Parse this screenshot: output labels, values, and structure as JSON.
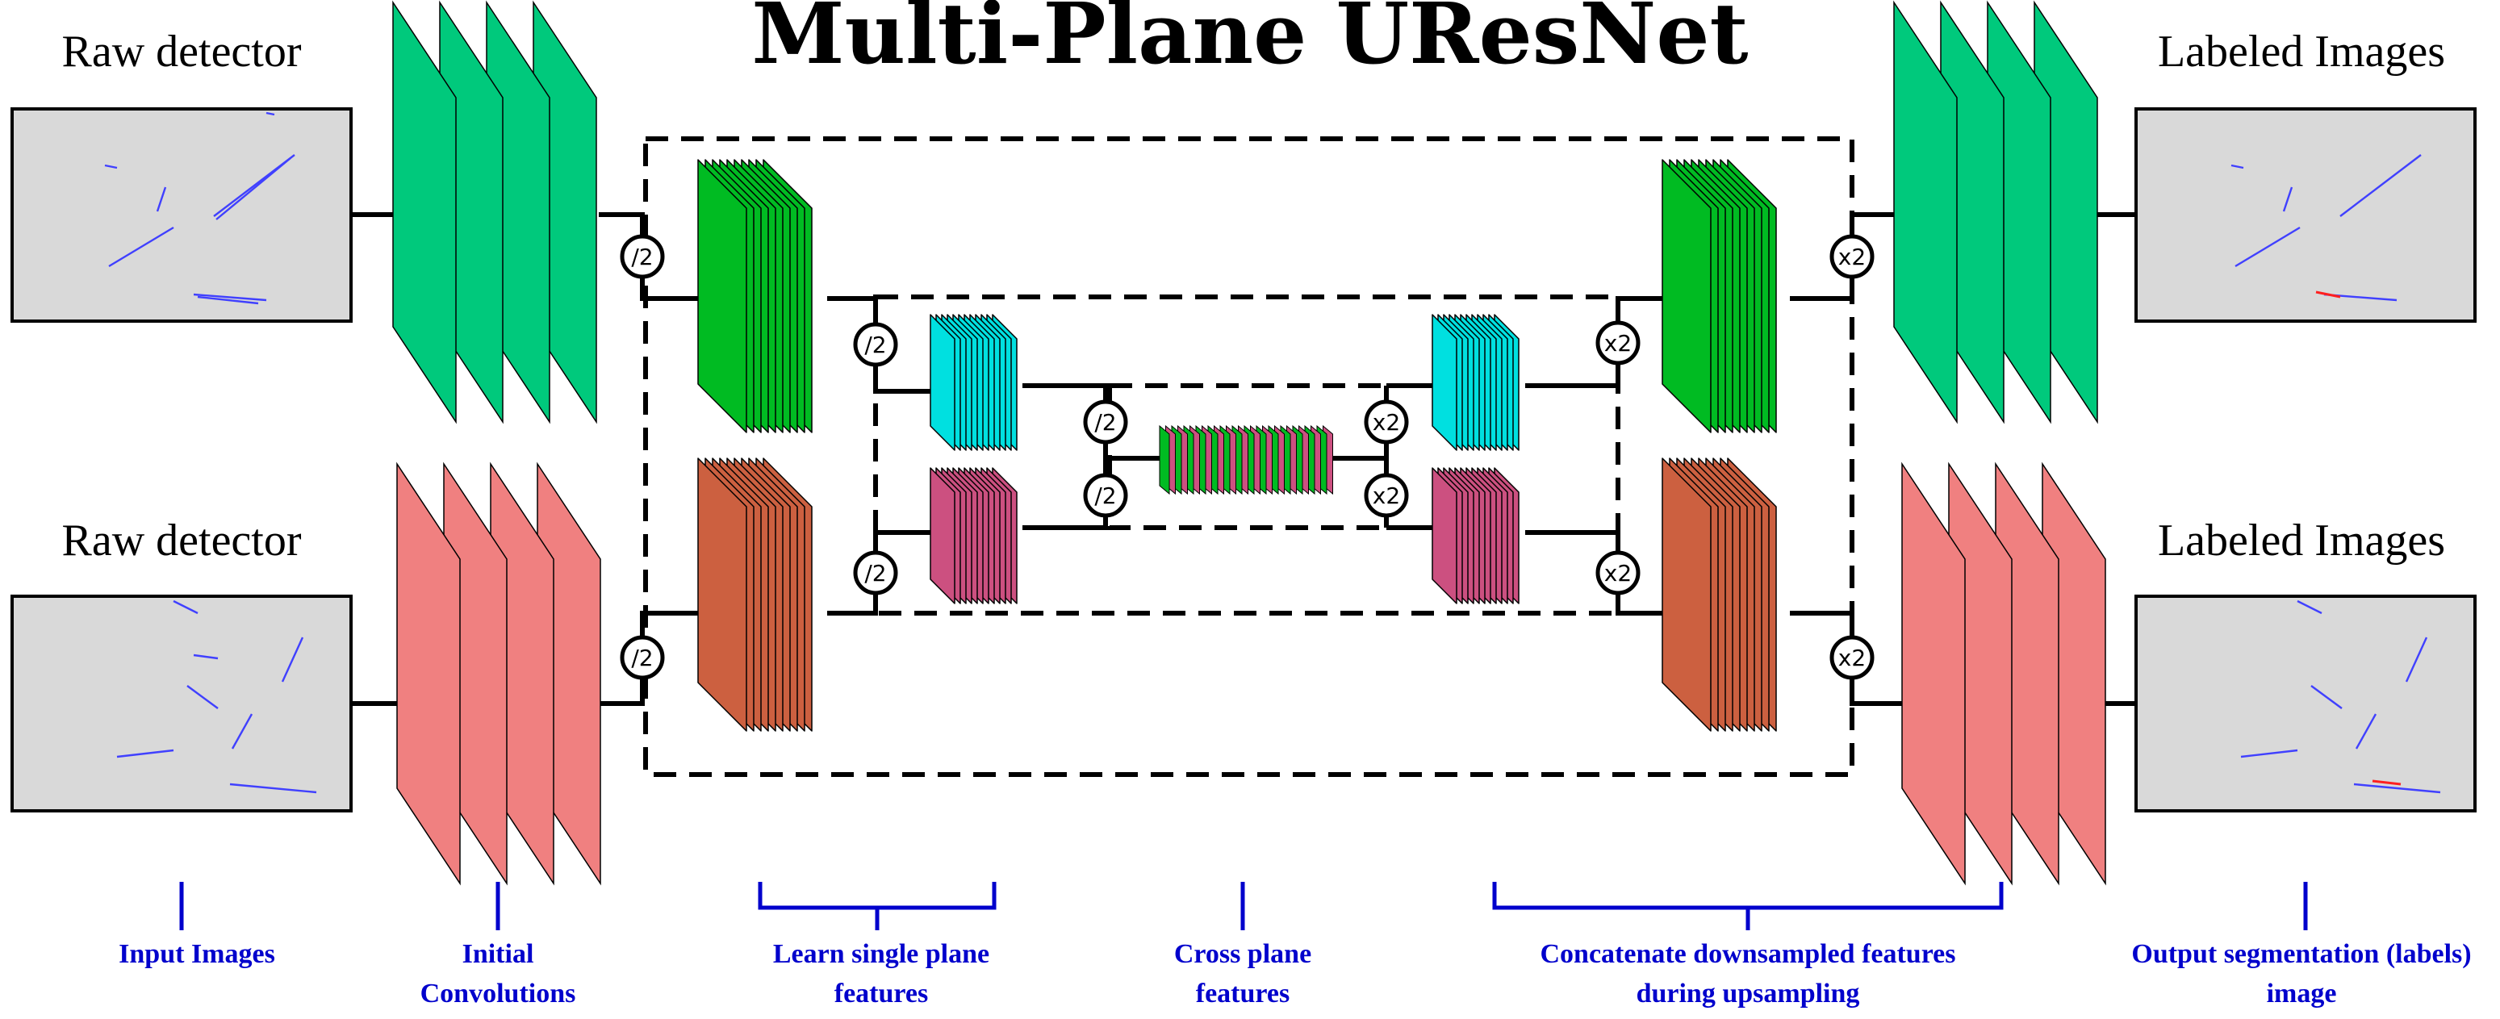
{
  "title": "Multi-Plane UResNet",
  "labels": {
    "raw_top": "Raw detector",
    "raw_bottom": "Raw detector",
    "out_top": "Labeled Images",
    "out_bottom": "Labeled Images"
  },
  "ops": {
    "down": "/2",
    "up": "x2"
  },
  "captions": {
    "input": "Input Images",
    "initial_1": "Initial",
    "initial_2": "Convolutions",
    "single_1": "Learn single plane",
    "single_2": "features",
    "cross_1": "Cross plane",
    "cross_2": "features",
    "concat_1": "Concatenate downsampled features",
    "concat_2": "during upsampling",
    "output_1": "Output segmentation (labels)",
    "output_2": "image"
  },
  "colors": {
    "plane_top": "#00c97c",
    "plane_bottom": "#f08080",
    "block_top": "#00bb22",
    "block_bottom": "#cc6040",
    "mid_top": "#00e0e0",
    "mid_bottom": "#cc5080",
    "caption_blue": "#0000cc",
    "panel_bg": "#d9d9d9",
    "track_blue": "#4040ff",
    "track_red": "#ff2020"
  },
  "icons": {
    "stack": "layer-stack-icon",
    "down": "downsample-icon",
    "up": "upsample-icon"
  }
}
